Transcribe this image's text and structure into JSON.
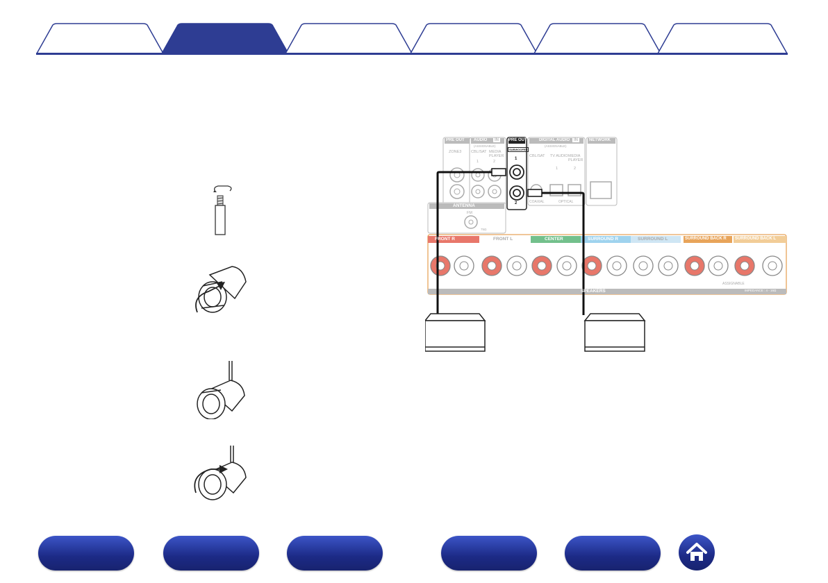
{
  "tabs": [
    {
      "label": "",
      "active": false
    },
    {
      "label": "",
      "active": true
    },
    {
      "label": "",
      "active": false
    },
    {
      "label": "",
      "active": false
    },
    {
      "label": "",
      "active": false
    },
    {
      "label": "",
      "active": false
    }
  ],
  "panel": {
    "pre_out_label": "PRE OUT",
    "zone_label": "ZONE3",
    "audio_in_label": "AUDIO",
    "audio_in_badge": "IN",
    "assignable_label": "(ASSIGNABLE)",
    "cbl_sat_label": "CBL/SAT",
    "media_player_label": "MEDIA PLAYER",
    "audio_num_1": "1",
    "audio_num_2": "2",
    "pre_out_sub_label": "PRE OUT",
    "subwoofer_label": "SUBWOOFER",
    "sub_num_1": "1",
    "sub_num_2": "2",
    "digital_audio_label": "DIGITAL AUDIO",
    "digital_in_badge": "IN",
    "digital_assignable_label": "(ASSIGNABLE)",
    "dig_cbl_sat_label": "CBL/SAT",
    "dig_tv_audio_label": "TV AUDIO",
    "dig_media_player_label": "MEDIA PLAYER",
    "dig_num_1": "1",
    "dig_num_2": "2",
    "coaxial_label": "COAXIAL",
    "optical_label": "OPTICAL",
    "network_label": "NETWORK",
    "antenna_label": "ANTENNA",
    "fm_label": "FM",
    "fm_ohm_label": "75Ω",
    "speaker_groups": [
      {
        "label": "FRONT R",
        "color": "#e8776a"
      },
      {
        "label": "FRONT L",
        "color": "#ffffff"
      },
      {
        "label": "CENTER",
        "color": "#73c08c"
      },
      {
        "label": "SURROUND R",
        "color": "#9fd3ee"
      },
      {
        "label": "SURROUND L",
        "color": "#cfe6f4"
      },
      {
        "label": "SURROUND BACK R",
        "color": "#e8a45a"
      },
      {
        "label": "SURROUND BACK L",
        "color": "#f2cd98"
      }
    ],
    "speakers_label": "SPEAKERS",
    "assignable_bottom": "ASSIGNABLE",
    "impedance_label": "IMPEDANCE : 4 - 16Ω"
  },
  "bottom_nav": [
    {
      "label": ""
    },
    {
      "label": ""
    },
    {
      "label": ""
    },
    {
      "label": ""
    },
    {
      "label": ""
    }
  ],
  "icons": {
    "home": "home-icon"
  },
  "colors": {
    "tab_active": "#2e3d93",
    "tab_border": "#2e3d93",
    "button": "#1f2d8a"
  }
}
